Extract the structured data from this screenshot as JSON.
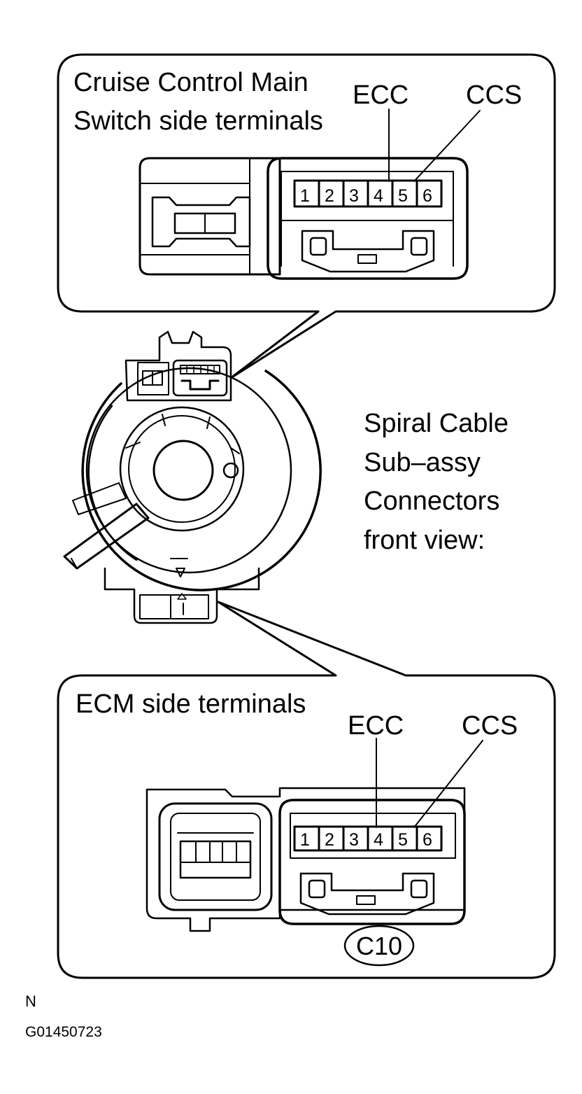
{
  "top_callout": {
    "title_line1": "Cruise Control Main",
    "title_line2": "Switch side terminals",
    "label_left": "ECC",
    "label_right": "CCS",
    "pins": [
      "1",
      "2",
      "3",
      "4",
      "5",
      "6"
    ]
  },
  "side_label": {
    "line1": "Spiral Cable",
    "line2": "Sub–assy",
    "line3": "Connectors",
    "line4": "front view:"
  },
  "bottom_callout": {
    "title": "ECM side terminals",
    "label_left": "ECC",
    "label_right": "CCS",
    "pins": [
      "1",
      "2",
      "3",
      "4",
      "5",
      "6"
    ],
    "connector_code": "C10"
  },
  "footer": {
    "mark": "N",
    "figure_id": "G01450723"
  }
}
